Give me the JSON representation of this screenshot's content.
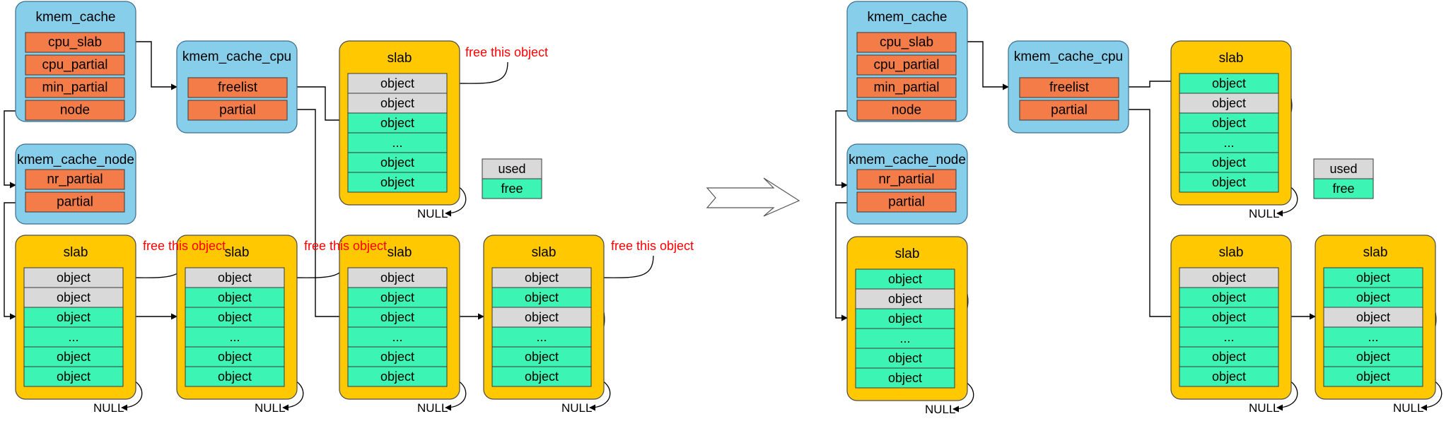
{
  "colors": {
    "struct": "#87ceeb",
    "field": "#f47c48",
    "slab": "#ffc800",
    "used": "#d9d9d9",
    "free": "#3cf5b4",
    "annotation": "#ff0000"
  },
  "kmem_cache": {
    "title": "kmem_cache",
    "fields": [
      "cpu_slab",
      "cpu_partial",
      "min_partial",
      "node"
    ]
  },
  "kmem_cache_cpu": {
    "title": "kmem_cache_cpu",
    "fields": [
      "freelist",
      "partial"
    ]
  },
  "kmem_cache_node": {
    "title": "kmem_cache_node",
    "fields": [
      "nr_partial",
      "partial"
    ]
  },
  "slab_title": "slab",
  "null_label": "NULL",
  "free_annotation": "free this object",
  "legend": {
    "used": "used",
    "free": "free"
  },
  "before": {
    "cpu_slab": [
      "object",
      "object",
      "object",
      "...",
      "object",
      "object"
    ],
    "cpu_slab_states": [
      "used",
      "used",
      "free",
      "free",
      "free",
      "free"
    ],
    "node_partial": [
      "object",
      "object",
      "object",
      "...",
      "object",
      "object"
    ],
    "node_partial_states": [
      "used",
      "used",
      "free",
      "free",
      "free",
      "free"
    ],
    "cpu_partial_1": [
      "object",
      "object",
      "object",
      "...",
      "object",
      "object"
    ],
    "cpu_partial_1_states": [
      "used",
      "free",
      "free",
      "free",
      "free",
      "free"
    ],
    "cpu_partial_2": [
      "object",
      "object",
      "object",
      "...",
      "object",
      "object"
    ],
    "cpu_partial_2_states": [
      "used",
      "free",
      "free",
      "free",
      "free",
      "free"
    ],
    "cpu_partial_3": [
      "object",
      "object",
      "object",
      "...",
      "object",
      "object"
    ],
    "cpu_partial_3_states": [
      "used",
      "free",
      "used",
      "free",
      "free",
      "free"
    ]
  },
  "after": {
    "cpu_slab": [
      "object",
      "object",
      "object",
      "...",
      "object",
      "object"
    ],
    "cpu_slab_states": [
      "free",
      "used",
      "free",
      "free",
      "free",
      "free"
    ],
    "node_partial": [
      "object",
      "object",
      "object",
      "...",
      "object",
      "object"
    ],
    "node_partial_states": [
      "free",
      "used",
      "free",
      "free",
      "free",
      "free"
    ],
    "cpu_partial_1": [
      "object",
      "object",
      "object",
      "...",
      "object",
      "object"
    ],
    "cpu_partial_1_states": [
      "used",
      "free",
      "free",
      "free",
      "free",
      "free"
    ],
    "cpu_partial_2": [
      "object",
      "object",
      "object",
      "...",
      "object",
      "object"
    ],
    "cpu_partial_2_states": [
      "free",
      "free",
      "used",
      "free",
      "free",
      "free"
    ]
  }
}
